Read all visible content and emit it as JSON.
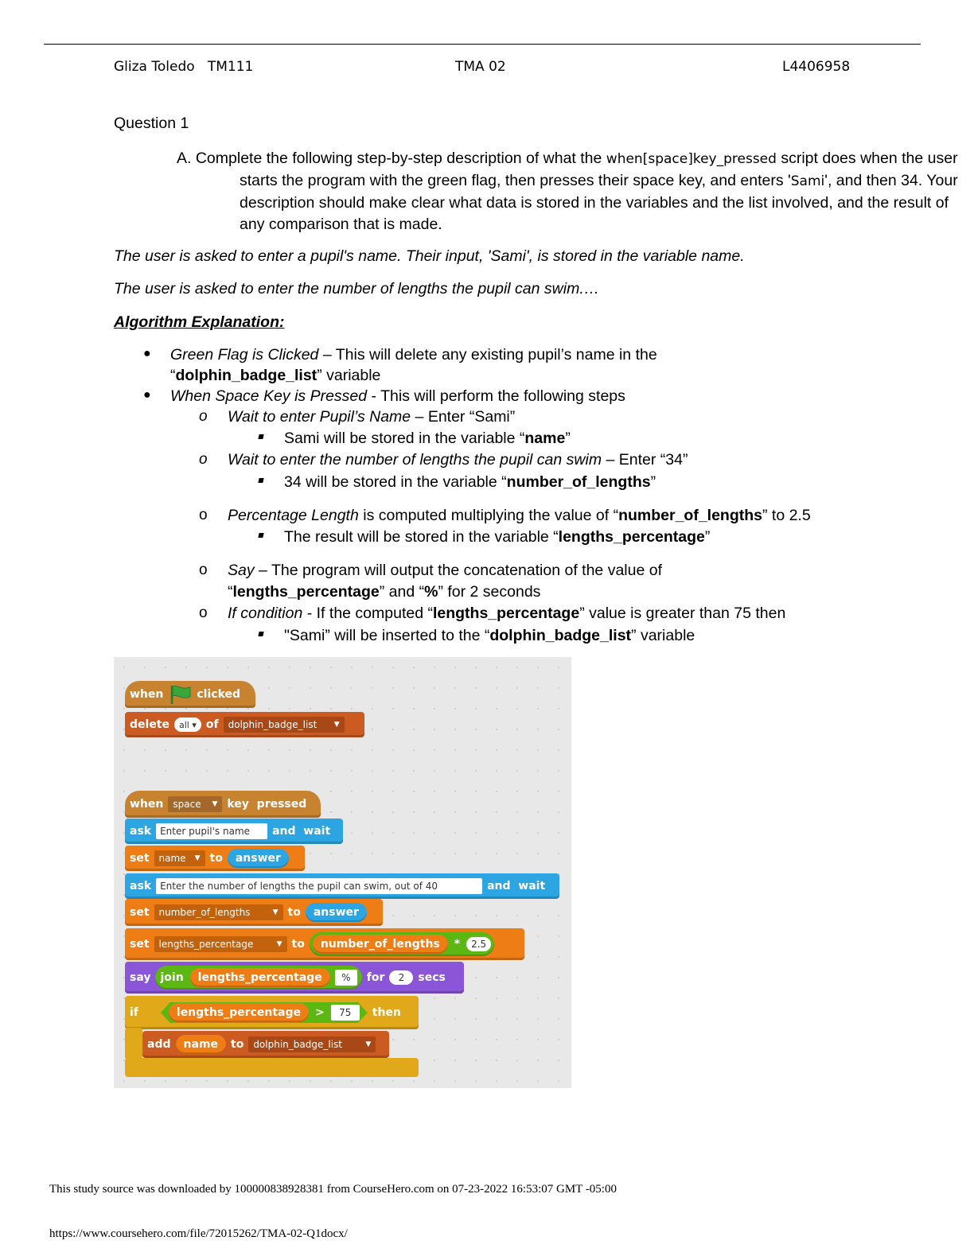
{
  "header": {
    "left": "Gliza Toledo   TM111",
    "center": "TMA 02",
    "right": "L4406958"
  },
  "question": {
    "title": "Question 1",
    "prompt_start": "A. Complete the following step-by-step description of what the ",
    "script_name": "when[space]key_pressed",
    "prompt_mid": " script does when the user starts the program with the green flag, then presses their space key, and enters '",
    "sami_mono": "Sami",
    "prompt_end": "', and then 34. Your description should make clear what data is stored in the variables and the list involved, and the result of any comparison that is made.",
    "italic1": "The user is asked to enter a pupil's name. Their input, 'Sami', is stored in the variable name.",
    "italic2": "The user is asked to enter the number of lengths the pupil can swim.…"
  },
  "algorithm": {
    "heading": "Algorithm Explanation:",
    "b1_it": "Green Flag is Clicked",
    "b1_rest": " – This will delete any existing pupil’s name in the",
    "b1_line2_pre": "“",
    "b1_line2_bold": "dolphin_badge_list",
    "b1_line2_post": "” variable",
    "b2_it": "When Space Key is Pressed",
    "b2_rest": " - This will perform the following steps",
    "s1_it": "Wait to enter Pupil’s Name",
    "s1_rest": " – Enter “Sami”",
    "s1a_pre": "Sami will be stored in the variable “",
    "s1a_bold": "name",
    "s1a_post": "”",
    "s2_it": "Wait to enter the number of lengths the pupil can swim",
    "s2_rest": " – Enter “34”",
    "s2a_pre": "34 will be stored in the variable “",
    "s2a_bold": "number_of_lengths",
    "s2a_post": "”",
    "s3_it": "Percentage Length",
    "s3_mid": " is computed multiplying the value of “",
    "s3_bold": "number_of_lengths",
    "s3_post": "” to 2.5",
    "s3a_pre": "The result will be stored in the variable “",
    "s3a_bold": "lengths_percentage",
    "s3a_post": "”",
    "s4_it": "Say",
    "s4_rest": " – The program will output the concatenation of the value of",
    "s4_l2_pre": "“",
    "s4_l2_bold1": "lengths_percentage",
    "s4_l2_mid": "” and “",
    "s4_l2_bold2": "%",
    "s4_l2_post": "” for 2 seconds",
    "s5_it": "If condition",
    "s5_mid": " - If the computed “",
    "s5_bold": "lengths_percentage",
    "s5_post": "” value is greater than 75 then",
    "s5a_pre": "\"Sami” will be inserted to the “",
    "s5a_bold": "dolphin_badge_list",
    "s5a_post": "” variable",
    "sub_marker": "o"
  },
  "scratch": {
    "when": "when",
    "clicked": "clicked",
    "delete": "delete",
    "all": "all",
    "of": "of",
    "list": "dolphin_badge_list",
    "key_when": "when",
    "space": "space",
    "key_pressed": "key  pressed",
    "ask": "ask",
    "ask1_text": "Enter pupil's name",
    "and_wait": "and  wait",
    "set": "set",
    "name_var": "name",
    "to": "to",
    "answer": "answer",
    "ask2_text": "Enter the number of lengths the pupil can swim, out of 40",
    "num_lengths_var": "number_of_lengths",
    "lengths_pct_var": "lengths_percentage",
    "times": "*",
    "factor": "2.5",
    "say": "say",
    "join": "join",
    "percent": "%",
    "for": "for",
    "secs_num": "2",
    "secs": "secs",
    "if": "if",
    "gt": ">",
    "threshold": "75",
    "then": "then",
    "add": "add",
    "name_reporter": "name"
  },
  "footer": {
    "line1": "This study source was downloaded by 100000838928381 from CourseHero.com on 07-23-2022 16:53:07 GMT -05:00",
    "line2": "https://www.coursehero.com/file/72015262/TMA-02-Q1docx/"
  },
  "colors": {
    "events": "#c88330",
    "lists": "#cc5b22",
    "sensing": "#2ca5e2",
    "variables": "#ee7d16",
    "operators": "#5cb712",
    "looks": "#8a55d7",
    "control": "#e1a91a",
    "flag": "#3aa63a"
  }
}
